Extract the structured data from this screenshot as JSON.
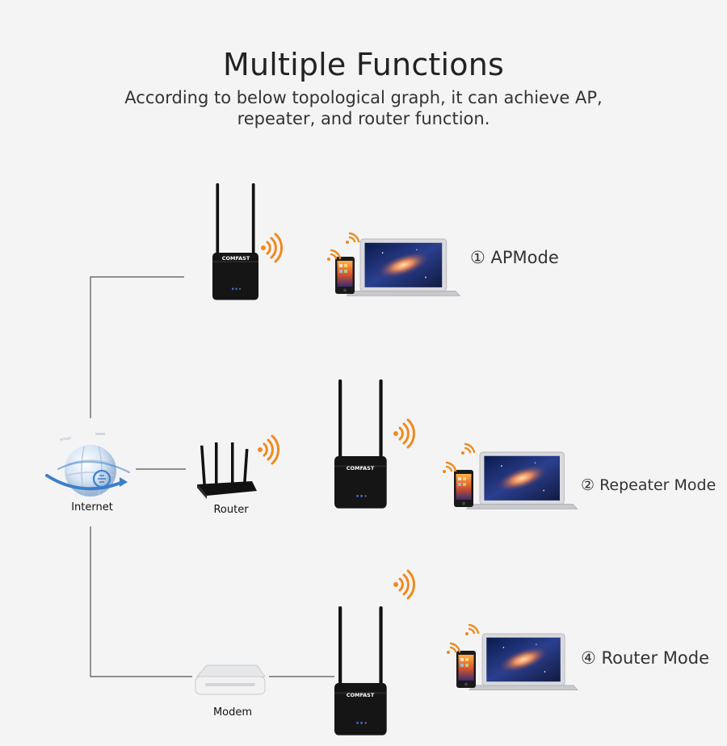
{
  "header": {
    "title": "Multiple Functions",
    "subtitle_line1": "According to below topological graph, it can achieve AP,",
    "subtitle_line2": "repeater, and router function."
  },
  "nodes": {
    "internet": "Internet",
    "router": "Router",
    "modem": "Modem",
    "brand": "COMFAST"
  },
  "modes": {
    "ap": "① APMode",
    "repeater": "② Repeater Mode",
    "router": "④ Router Mode"
  },
  "colors": {
    "wifi": "#ef8a1e",
    "device": "#151515",
    "led": "#3a6fd8",
    "line": "#555555",
    "globe": "#3c7fc9"
  }
}
